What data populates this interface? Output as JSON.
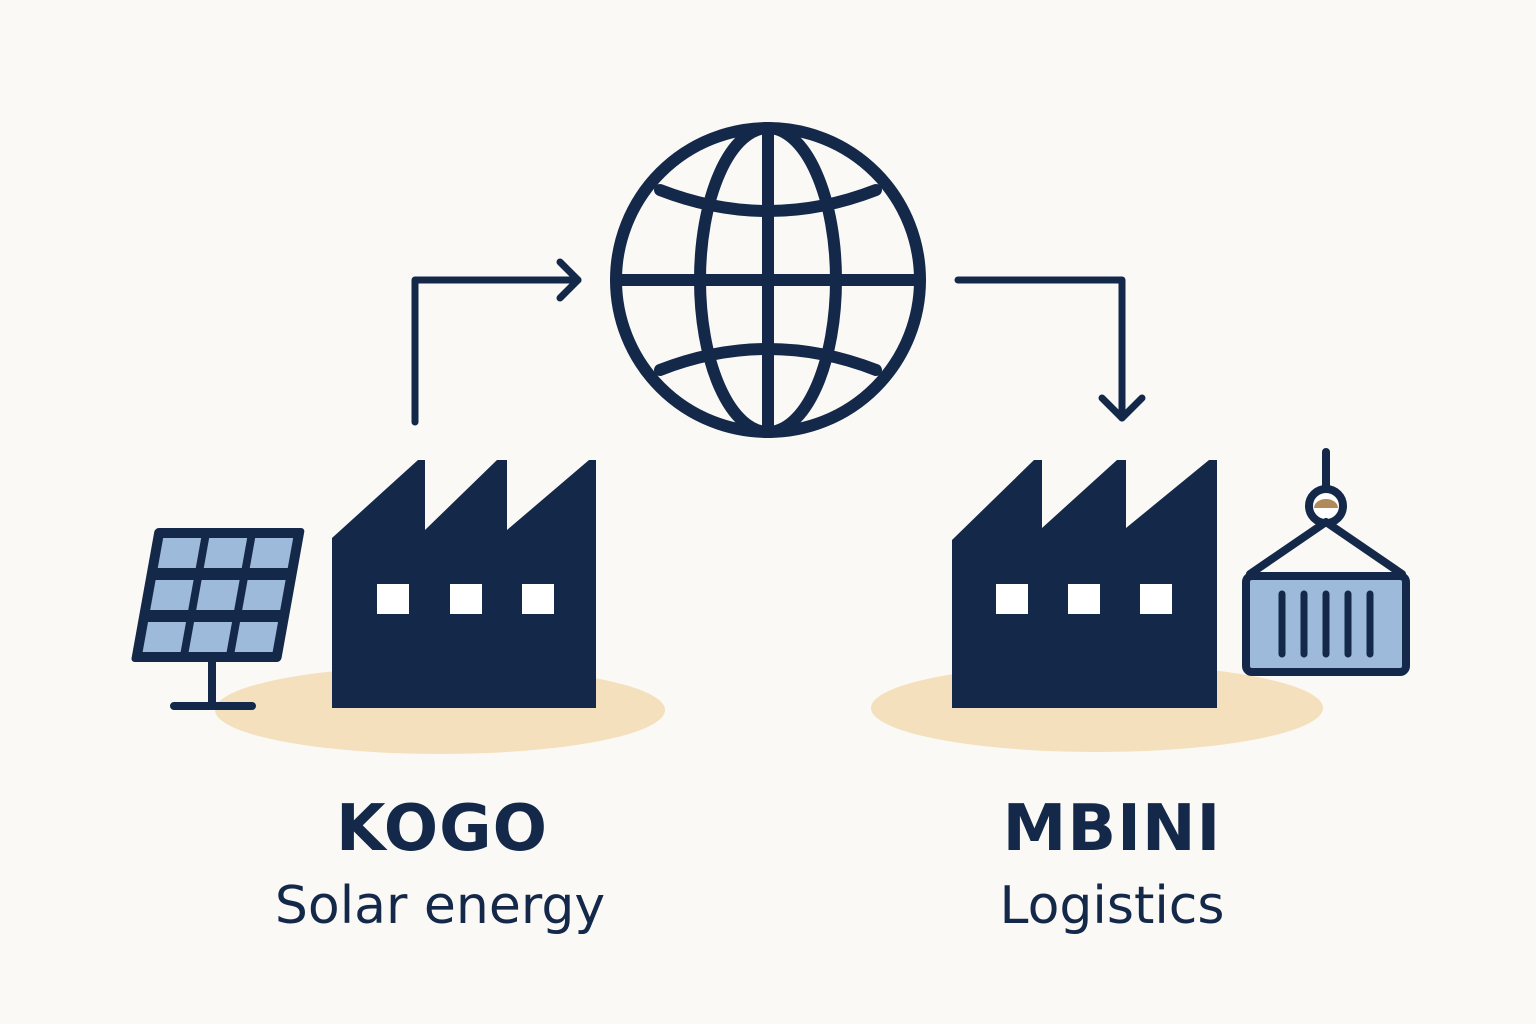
{
  "colors": {
    "navy": "#14294a",
    "panel_blue": "#9dbadb",
    "ground": "#f4e0bd",
    "hook_accent": "#b08a5a",
    "background": "#fbf9f5"
  },
  "nodes": {
    "left": {
      "name": "KOGO",
      "description": "Solar energy",
      "icon": "factory-icon",
      "accessory": "solar-panel-icon"
    },
    "center": {
      "icon": "globe-icon"
    },
    "right": {
      "name": "MBINI",
      "description": "Logistics",
      "icon": "factory-icon",
      "accessory": "shipping-container-icon"
    }
  },
  "edges": [
    {
      "from": "left",
      "to": "center",
      "icon": "arrow-right-icon"
    },
    {
      "from": "center",
      "to": "right",
      "icon": "arrow-down-icon"
    }
  ]
}
